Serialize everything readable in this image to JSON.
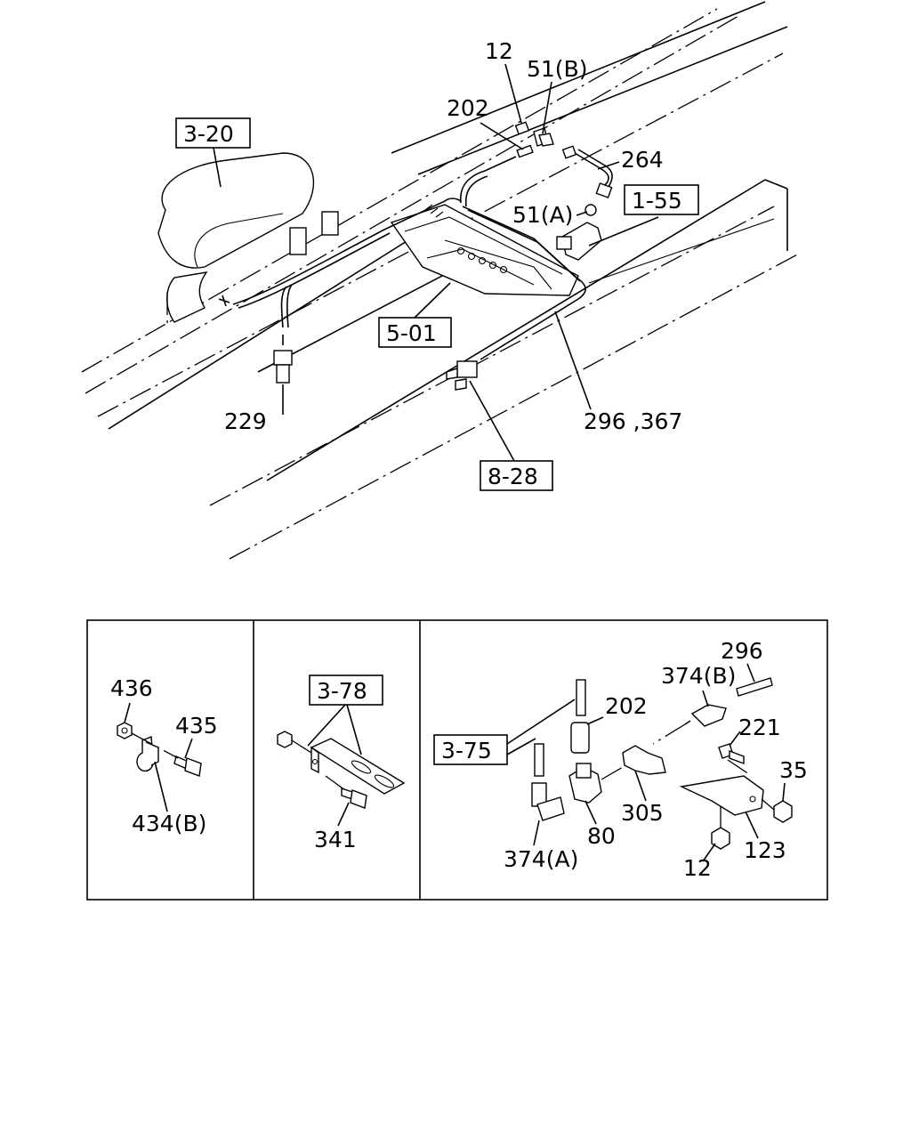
{
  "upper_view": {
    "callouts": {
      "c12": "12",
      "c51b": "51(B)",
      "c202": "202",
      "c264": "264",
      "c51a": "51(A)",
      "c229": "229",
      "c296_367": "296 ,367"
    },
    "references": {
      "r3_20": "3-20",
      "r1_55": "1-55",
      "r5_01": "5-01",
      "r8_28": "8-28"
    }
  },
  "detail_panels": [
    {
      "callouts": {
        "c436": "436",
        "c435": "435",
        "c434b": "434(B)"
      }
    },
    {
      "references": {
        "r3_78": "3-78"
      },
      "callouts": {
        "c341": "341"
      }
    },
    {
      "references": {
        "r3_75": "3-75"
      },
      "callouts": {
        "c296": "296",
        "c374b": "374(B)",
        "c202": "202",
        "c221": "221",
        "c35": "35",
        "c305": "305",
        "c80": "80",
        "c374a": "374(A)",
        "c123": "123",
        "c12": "12"
      }
    }
  ]
}
